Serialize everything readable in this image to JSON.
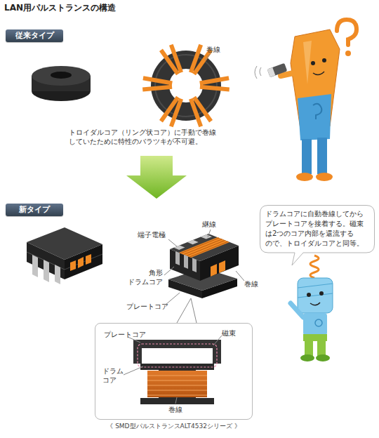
{
  "diagram": {
    "title": "LAN用パルストランスの構造",
    "nodes": [
      {
        "text": [
          "従来タイプ"
        ]
      },
      {
        "text": [
          "新タイプ"
        ]
      },
      {
        "text": [
          "ドラムコアに自動巻線してから プレートコアを接着する。磁束 は2つのコア内部を還流する ので、トロイダルコアと同等。"
        ]
      },
      {
        "text": [
          "《 SMD型パルストランスALT4532シリーズ 》"
        ]
      }
    ],
    "labels": [
      "巻線",
      "トロイダルコア（リング状コア）に手動で巻線 していたために特性のバラツキが不可避。",
      "端子電極",
      "継線",
      "角形 ドラムコア",
      "巻線",
      "プレートコア",
      "プレートコア",
      "磁束",
      "ドラム コア",
      "巻線"
    ]
  }
}
